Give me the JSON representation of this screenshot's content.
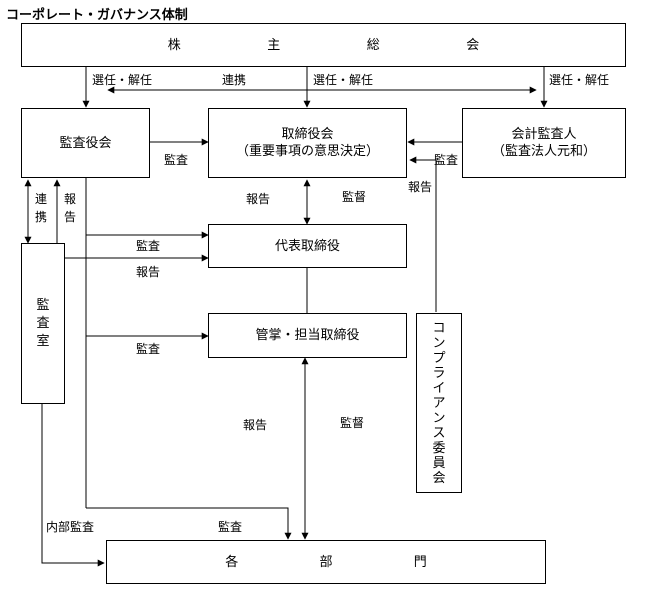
{
  "title": "コーポレート・ガバナンス体制",
  "boxes": {
    "shareholders": [
      "株",
      "主",
      "総",
      "会"
    ],
    "audit_board": "監査役会",
    "board_line1": "取締役会",
    "board_line2": "（重要事項の意思決定）",
    "accounting_auditor_line1": "会計監査人",
    "accounting_auditor_line2": "（監査法人元和）",
    "representative_director": "代表取締役",
    "managing_director": "管掌・担当取締役",
    "audit_office": [
      "監",
      "査",
      "室"
    ],
    "compliance": [
      "コ",
      "ン",
      "プ",
      "ラ",
      "イ",
      "ア",
      "ン",
      "ス",
      "委",
      "員",
      "会"
    ],
    "departments": [
      "各",
      "部",
      "門"
    ]
  },
  "labels": {
    "elect_dismiss_1": "選任・解任",
    "cooperation_top": "連携",
    "elect_dismiss_2": "選任・解任",
    "elect_dismiss_3": "選任・解任",
    "audit_board_to_board": "監査",
    "auditor_to_board": "監査",
    "report_compliance": "報告",
    "report_board": "報告",
    "supervise_board": "監督",
    "coop_v": [
      "連",
      "携"
    ],
    "report_v": [
      "報",
      "告"
    ],
    "audit_rep": "監査",
    "report_rep": "報告",
    "audit_mgr": "監査",
    "report_mgr": "報告",
    "supervise_mgr": "監督",
    "audit_dept": "監査",
    "internal_audit": "内部監査"
  }
}
